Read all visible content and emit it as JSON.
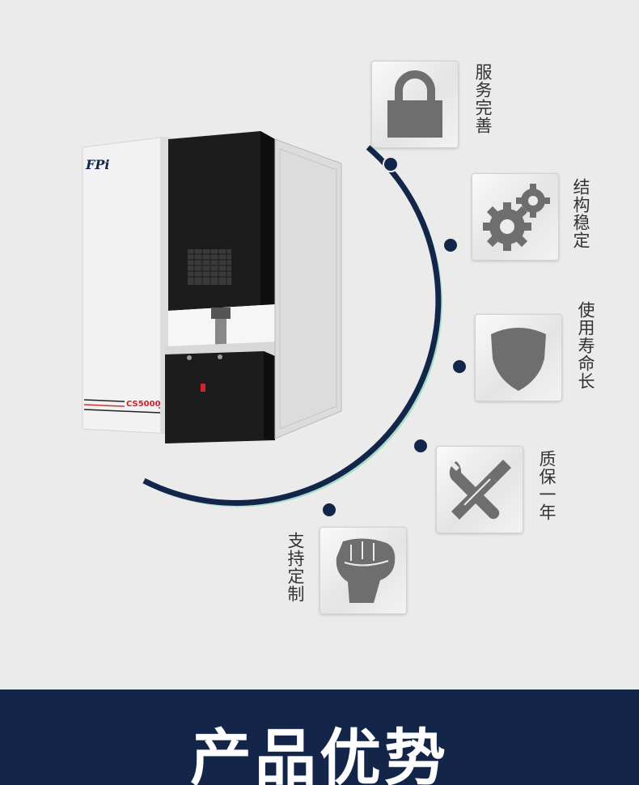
{
  "product": {
    "brand_logo": "FPi",
    "model_badge": "CS5000"
  },
  "features": [
    {
      "label": "服务完善",
      "icon": "lock-icon"
    },
    {
      "label": "结构稳定",
      "icon": "gears-icon"
    },
    {
      "label": "使用寿命长",
      "icon": "shield-icon"
    },
    {
      "label": "质保一年",
      "icon": "tools-icon"
    },
    {
      "label": "支持定制",
      "icon": "fist-icon"
    }
  ],
  "footer": {
    "title": "产品优势"
  },
  "colors": {
    "background": "#ebebeb",
    "arc": "#13264a",
    "arc_glow": "#6fd0a8",
    "footer": "#13264a",
    "icon_gray": "#6e6e6e",
    "badge_red": "#d2232a"
  }
}
